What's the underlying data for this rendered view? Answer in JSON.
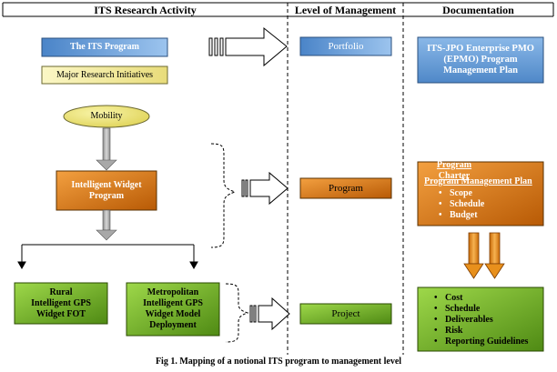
{
  "headers": {
    "activity": "ITS Research Activity",
    "level": "Level of Management",
    "documentation": "Documentation"
  },
  "activity": {
    "its_program": "The ITS Program",
    "major_initiatives": "Major Research Initiatives",
    "mobility": "Mobility",
    "widget_program": [
      "Intelligent Widget",
      "Program"
    ],
    "rural_project": [
      "Rural",
      "Intelligent GPS",
      "Widget FOT"
    ],
    "metro_project": [
      "Metropolitan",
      "Intelligent GPS",
      "Widget Model",
      "Deployment"
    ]
  },
  "levels": {
    "portfolio": "Portfolio",
    "program": "Program",
    "project": "Project"
  },
  "documentation": {
    "epmo": [
      "ITS-JPO Enterprise PMO",
      "(EPMO) Program",
      "Management Plan"
    ],
    "program_charter": "Program Charter",
    "program_mgmt_plan": "Program Management Plan",
    "program_items": [
      "Scope",
      "Schedule",
      "Budget"
    ],
    "project_items": [
      "Cost",
      "Schedule",
      "Deliverables",
      "Risk",
      "Reporting Guidelines"
    ]
  },
  "caption": "Fig 1. Mapping of a notional ITS program to management level",
  "colors": {
    "blue_box": "#5b9bd5",
    "yellow_box": "#f4f0a4",
    "orange_box": "#e07b10",
    "green_box": "#7cbf2a",
    "doc_blue": "#6da2d8"
  }
}
